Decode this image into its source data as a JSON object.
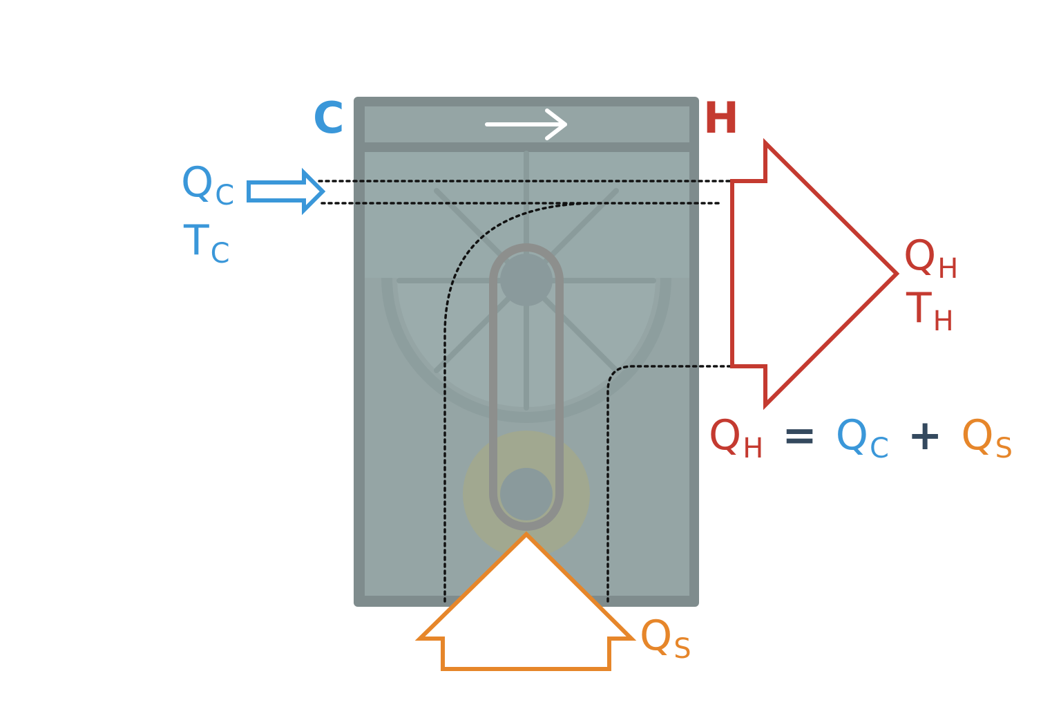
{
  "colors": {
    "cold": "#3a97d9",
    "hot": "#c43a30",
    "source": "#e6862a",
    "operator": "#34495e",
    "body": "#95a5a5",
    "frame": "#7f8c8d",
    "white": "#ffffff"
  },
  "labels": {
    "cold_side": "C",
    "hot_side": "H",
    "qc": {
      "main": "Q",
      "sub": "C"
    },
    "tc": {
      "main": "T",
      "sub": "C"
    },
    "qh": {
      "main": "Q",
      "sub": "H"
    },
    "th": {
      "main": "T",
      "sub": "H"
    },
    "qs": {
      "main": "Q",
      "sub": "S"
    }
  },
  "equation": {
    "lhs": {
      "main": "Q",
      "sub": "H"
    },
    "equals": "=",
    "term1": {
      "main": "Q",
      "sub": "C"
    },
    "plus": "+",
    "term2": {
      "main": "Q",
      "sub": "S"
    }
  }
}
